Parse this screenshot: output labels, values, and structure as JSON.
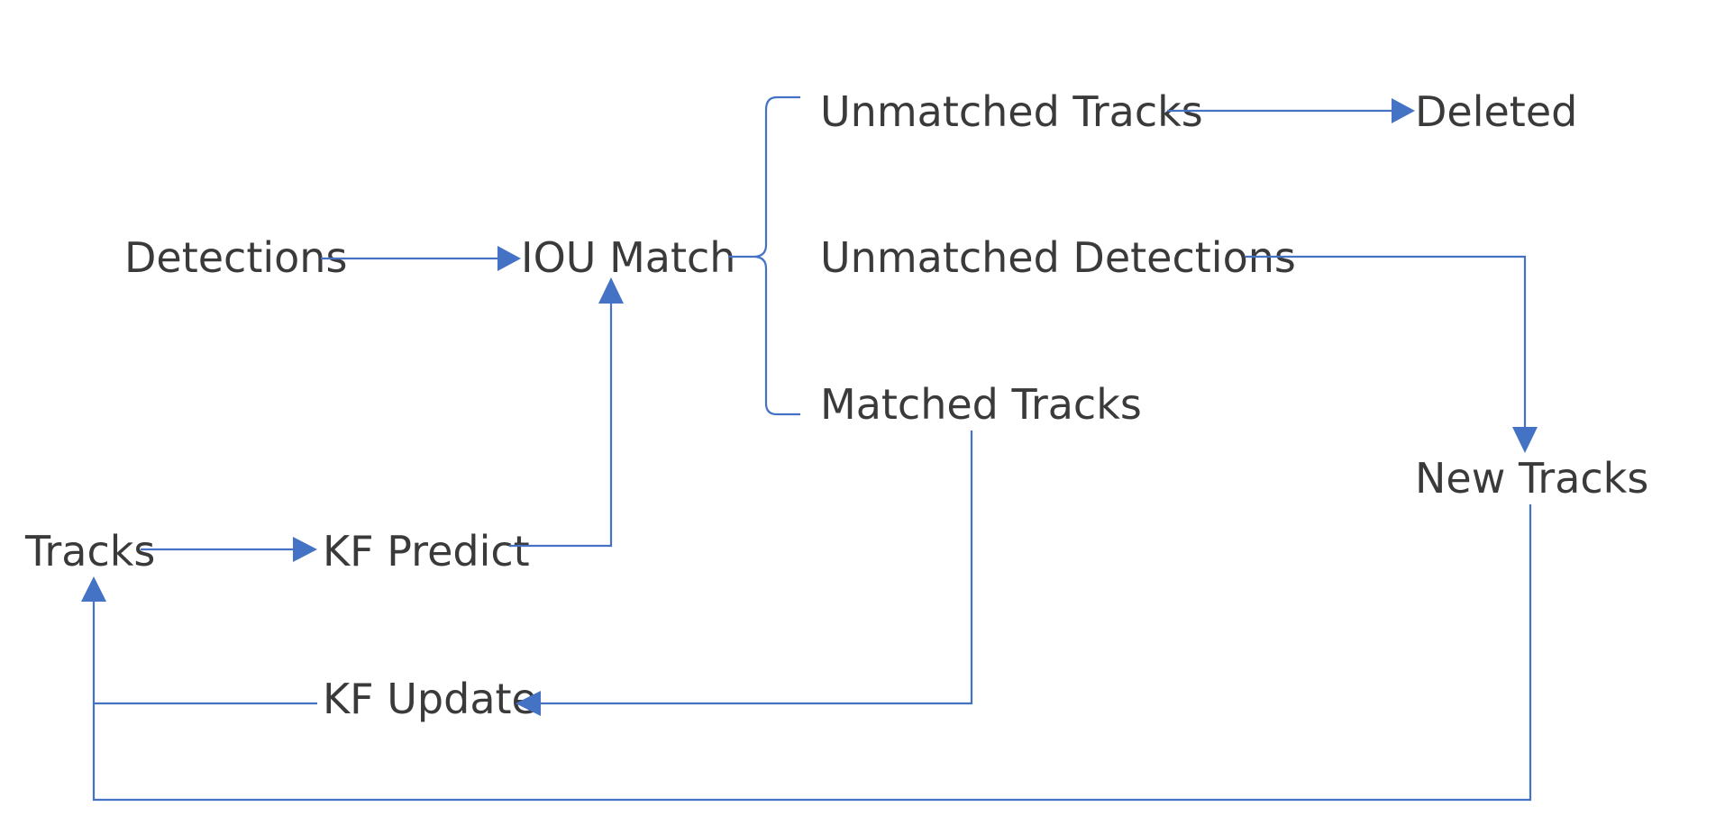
{
  "diagram": {
    "colors": {
      "line": "#4472c4",
      "text": "#3a3a3a",
      "background": "#ffffff"
    },
    "nodes": {
      "detections": "Detections",
      "iou_match": "IOU Match",
      "unmatched_tracks": "Unmatched Tracks",
      "deleted": "Deleted",
      "unmatched_detections": "Unmatched Detections",
      "matched_tracks": "Matched Tracks",
      "new_tracks": "New Tracks",
      "tracks": "Tracks",
      "kf_predict": "KF Predict",
      "kf_update": "KF Update"
    },
    "edges": [
      {
        "from": "detections",
        "to": "iou_match"
      },
      {
        "from": "tracks",
        "to": "kf_predict"
      },
      {
        "from": "kf_predict",
        "to": "iou_match"
      },
      {
        "from": "iou_match",
        "to": "unmatched_tracks"
      },
      {
        "from": "iou_match",
        "to": "unmatched_detections"
      },
      {
        "from": "iou_match",
        "to": "matched_tracks"
      },
      {
        "from": "unmatched_tracks",
        "to": "deleted"
      },
      {
        "from": "unmatched_detections",
        "to": "new_tracks"
      },
      {
        "from": "matched_tracks",
        "to": "kf_update"
      },
      {
        "from": "kf_update",
        "to": "tracks"
      },
      {
        "from": "new_tracks",
        "to": "tracks"
      }
    ]
  }
}
